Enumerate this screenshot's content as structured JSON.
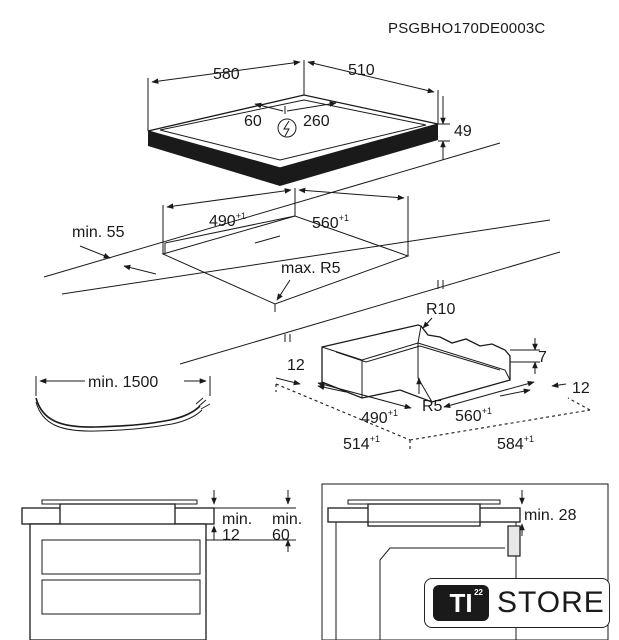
{
  "model_code": "PSGBHO170DE0003C",
  "hob": {
    "width": "580",
    "depth": "510",
    "height": "49",
    "left": "60",
    "right": "260"
  },
  "cutout": {
    "min_front": "min. 55",
    "width": "490",
    "width_tol": "+1",
    "depth": "560",
    "depth_tol": "+1",
    "radius": "max. R5"
  },
  "frame": {
    "r10": "R10",
    "r5": "R5",
    "seven": "7",
    "twelve_left": "12",
    "twelve_right": "12",
    "inner_w": "490",
    "inner_w_tol": "+1",
    "inner_d": "560",
    "inner_d_tol": "+1",
    "outer_w": "514",
    "outer_w_tol": "+1",
    "outer_d": "584",
    "outer_d_tol": "+1"
  },
  "cable": {
    "length": "min. 1500"
  },
  "section_left": {
    "min1": "min.",
    "v1": "12",
    "min2": "min.",
    "v2": "60"
  },
  "section_right": {
    "label": "min. 28"
  },
  "logo": {
    "mark": "TI",
    "super": "22",
    "text": "STORE"
  }
}
